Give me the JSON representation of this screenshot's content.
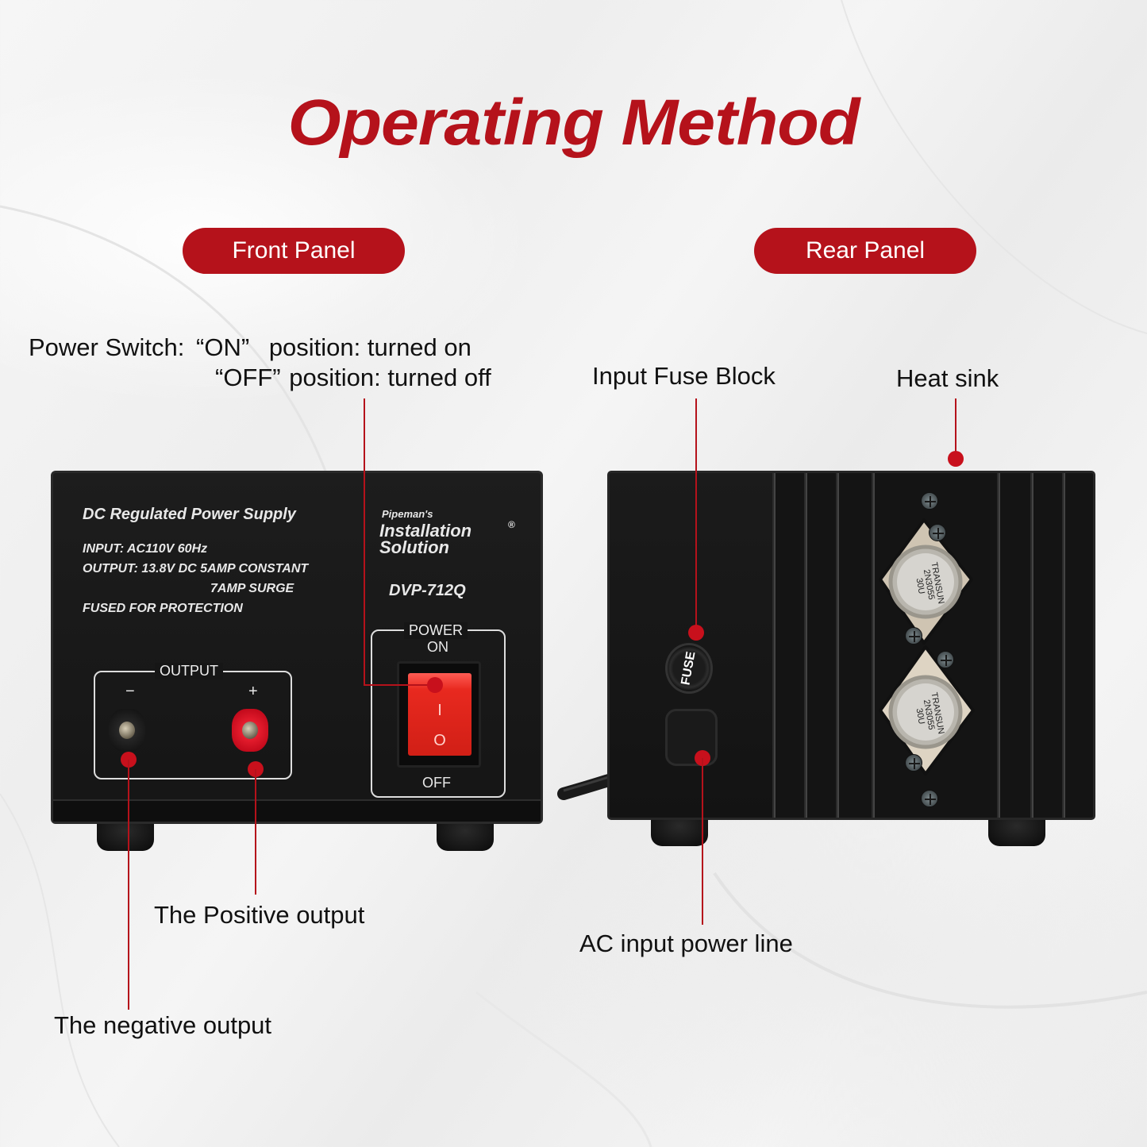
{
  "title": "Operating Method",
  "sections": {
    "front_label": "Front Panel",
    "rear_label": "Rear Panel"
  },
  "colors": {
    "accent": "#b5121b",
    "text": "#111111",
    "unit_body": "#1a1a1a"
  },
  "callouts": {
    "power_switch_line1_prefix": "Power Switch:",
    "power_switch_on_quote": "“ON”",
    "power_switch_on_desc": "position: turned on",
    "power_switch_off_quote": "“OFF”",
    "power_switch_off_desc": "position: turned off",
    "positive_output": "The Positive output",
    "negative_output": "The negative output",
    "input_fuse_block": "Input Fuse Block",
    "heat_sink": "Heat sink",
    "ac_input": "AC input power line"
  },
  "front_panel": {
    "heading": "DC Regulated Power Supply",
    "input_spec": "INPUT:  AC110V  60Hz",
    "output_spec": "OUTPUT:  13.8V DC  5AMP CONSTANT",
    "surge_spec": "7AMP SURGE",
    "fuse_note": "FUSED FOR PROTECTION",
    "brand_line1": "Pipeman's",
    "brand_line2": "Installation",
    "brand_line3": "Solution",
    "registered": "®",
    "model": "DVP-712Q",
    "output_box_label": "OUTPUT",
    "minus": "−",
    "plus": "+",
    "power_label": "POWER",
    "on_label": "ON",
    "off_label": "OFF",
    "switch_on_symbol": "I",
    "switch_off_symbol": "O"
  },
  "rear_panel": {
    "fuse_label": "FUSE",
    "transistor_brand": "TRANSUN",
    "transistor_model": "2N3055",
    "transistor_code": "30U"
  }
}
